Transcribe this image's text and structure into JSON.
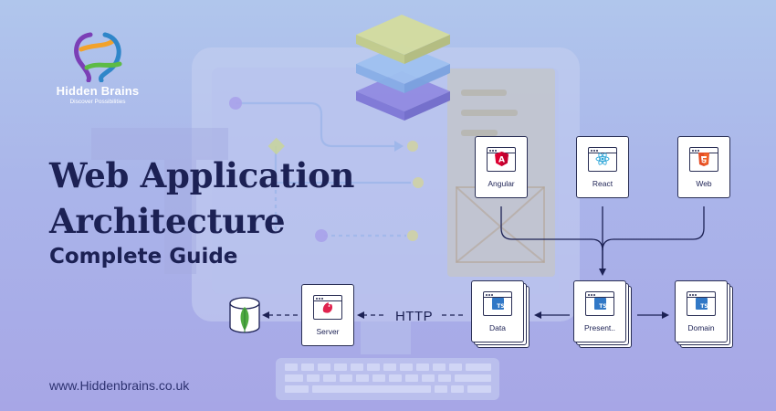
{
  "brand": {
    "name": "Hidden Brains",
    "tagline": "Discover Possibilities",
    "website": "www.Hiddenbrains.co.uk"
  },
  "headline": {
    "line1": "Web Application",
    "line2": "Architecture",
    "subtitle": "Complete Guide"
  },
  "diagram": {
    "clients": [
      {
        "label": "Angular",
        "icon": "angular-icon",
        "color": "#dd0031"
      },
      {
        "label": "React",
        "icon": "react-icon",
        "color": "#61dafb"
      },
      {
        "label": "Web",
        "icon": "html5-icon",
        "color": "#e44d26"
      }
    ],
    "layers": [
      {
        "label": "Data",
        "icon": "typescript-icon"
      },
      {
        "label": "Present..",
        "icon": "typescript-icon"
      },
      {
        "label": "Domain",
        "icon": "typescript-icon"
      }
    ],
    "server": {
      "label": "Server",
      "icon": "nestjs-icon"
    },
    "protocol": "HTTP",
    "database": {
      "icon": "mongodb-icon"
    },
    "ts_badge": "TS",
    "angular_glyph": "A"
  },
  "colors": {
    "navy": "#1c2154",
    "ts_blue": "#3178c6",
    "angular_red": "#dd0031",
    "mongo_green": "#4faa41",
    "nest_red": "#e0234e"
  }
}
